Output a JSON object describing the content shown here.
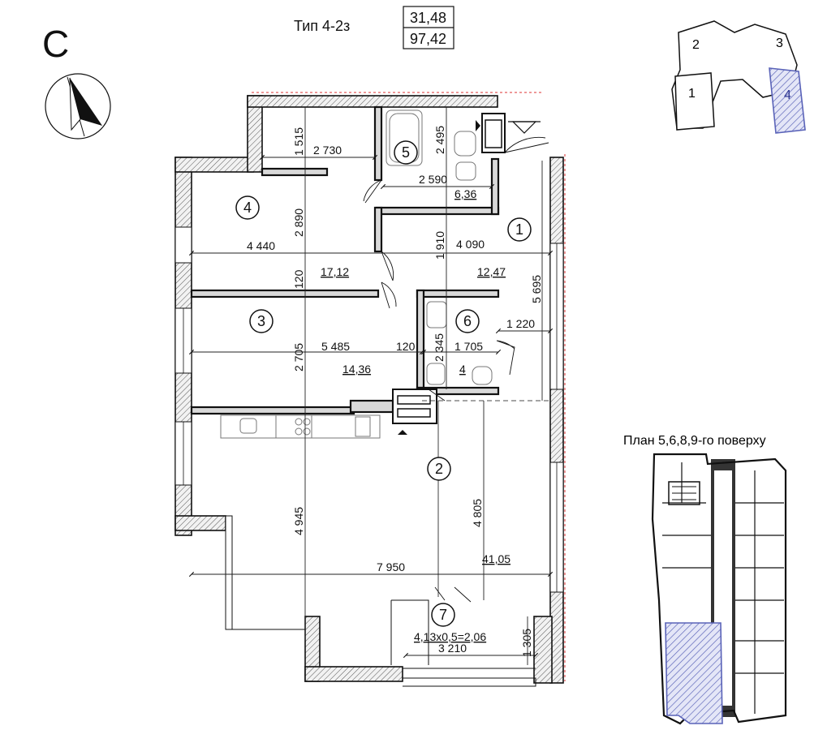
{
  "header": {
    "type_label": "Тип 4-2з",
    "area_living": "31,48",
    "area_total": "97,42"
  },
  "compass": {
    "letter": "С",
    "icon": "north-arrow-icon"
  },
  "key_plan": {
    "sections": [
      "1",
      "2",
      "3",
      "4"
    ],
    "highlighted": "4",
    "highlight_color": "#5a63b8"
  },
  "floor_plan": {
    "title": "План 5,6,8,9-го поверху",
    "highlight_color": "#5a63b8"
  },
  "rooms": [
    {
      "number": "1",
      "area": "12,47"
    },
    {
      "number": "2",
      "area": "41,05"
    },
    {
      "number": "3",
      "area": "14,36"
    },
    {
      "number": "4",
      "area": "17,12"
    },
    {
      "number": "5",
      "area": "6,36"
    },
    {
      "number": "6",
      "area": "4"
    },
    {
      "number": "7",
      "area": "4,13x0,5=2,06"
    }
  ],
  "dimensions": {
    "d1515": "1 515",
    "d2730": "2 730",
    "d2495": "2 495",
    "d2590": "2 590",
    "d2890": "2 890",
    "d4440": "4 440",
    "d120a": "120",
    "d1910": "1 910",
    "d4090": "4 090",
    "d5695": "5 695",
    "d1220": "1 220",
    "d2705": "2 705",
    "d5485": "5 485",
    "d120b": "120",
    "d2345": "2 345",
    "d1705": "1 705",
    "d4945": "4 945",
    "d4805": "4 805",
    "d7950": "7 950",
    "d3210": "3 210",
    "d1305": "1 305"
  }
}
